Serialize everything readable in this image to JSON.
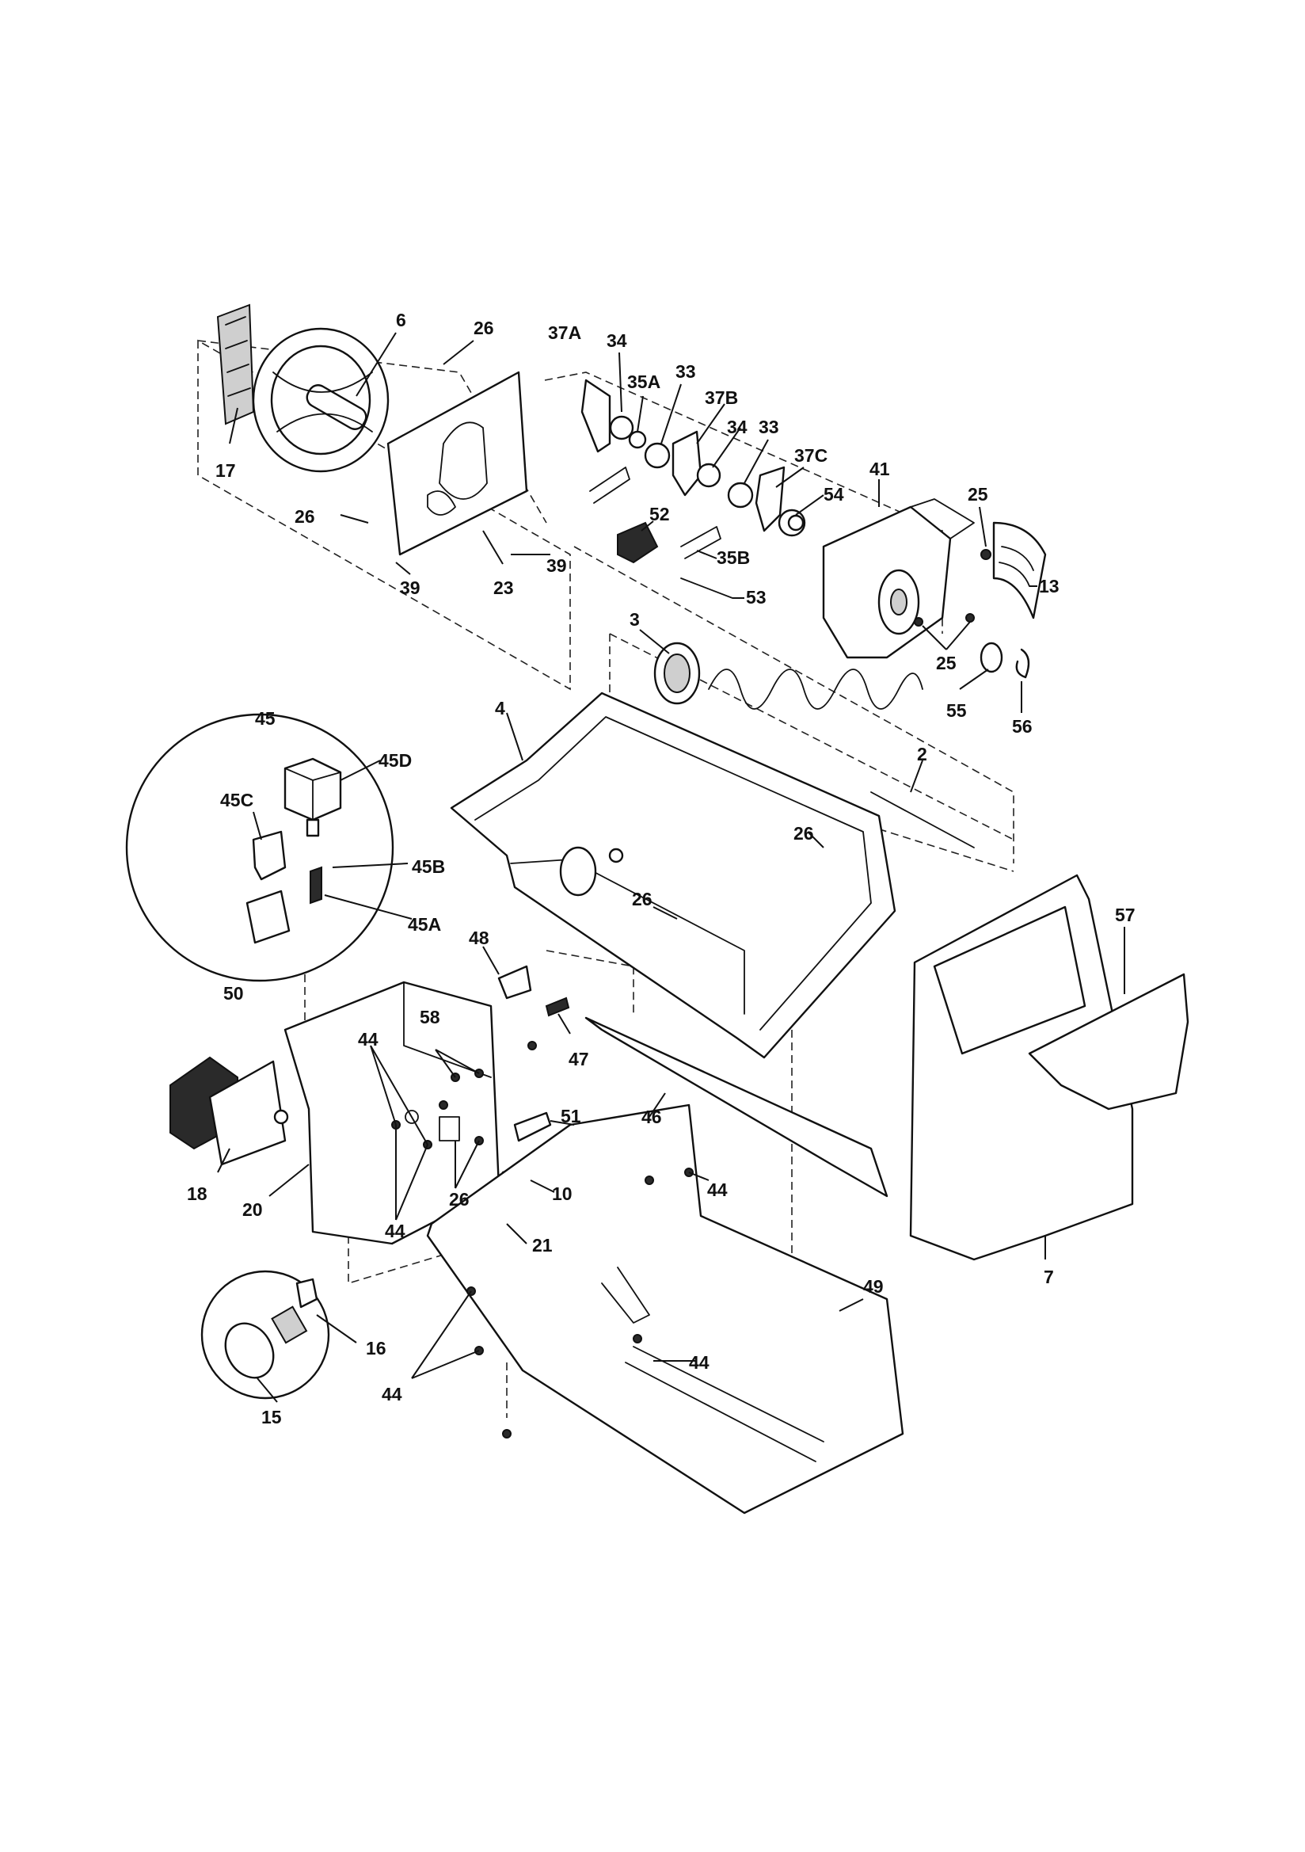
{
  "labels": [
    {
      "key": "6",
      "text": "6"
    },
    {
      "key": "26a",
      "text": "26"
    },
    {
      "key": "17",
      "text": "17"
    },
    {
      "key": "26b",
      "text": "26"
    },
    {
      "key": "39a",
      "text": "39"
    },
    {
      "key": "23",
      "text": "23"
    },
    {
      "key": "39b",
      "text": "39"
    },
    {
      "key": "37A",
      "text": "37A"
    },
    {
      "key": "34a",
      "text": "34"
    },
    {
      "key": "35A",
      "text": "35A"
    },
    {
      "key": "33a",
      "text": "33"
    },
    {
      "key": "37B",
      "text": "37B"
    },
    {
      "key": "34b",
      "text": "34"
    },
    {
      "key": "33b",
      "text": "33"
    },
    {
      "key": "37C",
      "text": "37C"
    },
    {
      "key": "54",
      "text": "54"
    },
    {
      "key": "52",
      "text": "52"
    },
    {
      "key": "35B",
      "text": "35B"
    },
    {
      "key": "53",
      "text": "53"
    },
    {
      "key": "41",
      "text": "41"
    },
    {
      "key": "25a",
      "text": "25"
    },
    {
      "key": "13",
      "text": "13"
    },
    {
      "key": "25b",
      "text": "25"
    },
    {
      "key": "55",
      "text": "55"
    },
    {
      "key": "56",
      "text": "56"
    },
    {
      "key": "3",
      "text": "3"
    },
    {
      "key": "4",
      "text": "4"
    },
    {
      "key": "2",
      "text": "2"
    },
    {
      "key": "26c",
      "text": "26"
    },
    {
      "key": "26d",
      "text": "26"
    },
    {
      "key": "45",
      "text": "45"
    },
    {
      "key": "45D",
      "text": "45D"
    },
    {
      "key": "45C",
      "text": "45C"
    },
    {
      "key": "45B",
      "text": "45B"
    },
    {
      "key": "45A",
      "text": "45A"
    },
    {
      "key": "50",
      "text": "50"
    },
    {
      "key": "48",
      "text": "48"
    },
    {
      "key": "47",
      "text": "47"
    },
    {
      "key": "57",
      "text": "57"
    },
    {
      "key": "44a",
      "text": "44"
    },
    {
      "key": "58",
      "text": "58"
    },
    {
      "key": "51",
      "text": "51"
    },
    {
      "key": "46",
      "text": "46"
    },
    {
      "key": "18",
      "text": "18"
    },
    {
      "key": "20",
      "text": "20"
    },
    {
      "key": "10",
      "text": "10"
    },
    {
      "key": "44b",
      "text": "44"
    },
    {
      "key": "26e",
      "text": "26"
    },
    {
      "key": "44c",
      "text": "44"
    },
    {
      "key": "21",
      "text": "21"
    },
    {
      "key": "49",
      "text": "49"
    },
    {
      "key": "7",
      "text": "7"
    },
    {
      "key": "16",
      "text": "16"
    },
    {
      "key": "44d",
      "text": "44"
    },
    {
      "key": "15",
      "text": "15"
    },
    {
      "key": "44e",
      "text": "44"
    }
  ]
}
